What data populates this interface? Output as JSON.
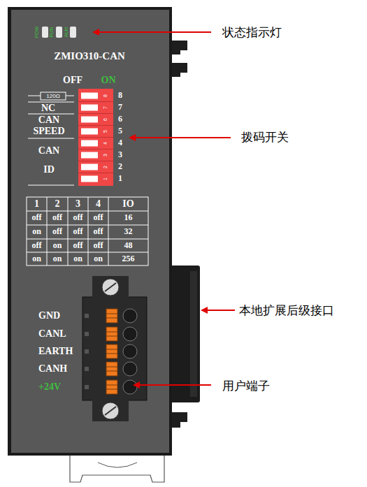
{
  "diagram": {
    "labels": [
      "POW",
      "RUN",
      "ALM",
      "ZMIO310-CAN",
      "OFF",
      "ON",
      "120Ω",
      "NC",
      "CAN",
      "SPEED",
      "CAN",
      "ID",
      "8",
      "7",
      "6",
      "5",
      "4",
      "3",
      "2",
      "1",
      "8",
      "7",
      "6",
      "5",
      "4",
      "3",
      "2",
      "1",
      "1",
      "2",
      "3",
      "4",
      "IO",
      "off",
      "off",
      "off",
      "off",
      "16",
      "on",
      "off",
      "off",
      "off",
      "32",
      "off",
      "on",
      "off",
      "off",
      "48",
      "on",
      "on",
      "on",
      "on",
      "256",
      "GND",
      "CANL",
      "EARTH",
      "CANH",
      "+24V",
      "状态指示灯",
      "拨码开关",
      "本地扩展后级接口",
      "用户端子"
    ]
  }
}
